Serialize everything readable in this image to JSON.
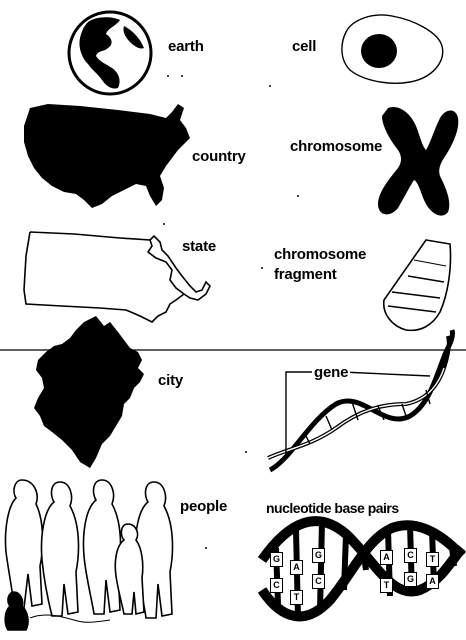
{
  "left_column": {
    "earth": "earth",
    "country": "country",
    "state": "state",
    "city": "city",
    "people": "people"
  },
  "right_column": {
    "cell": "cell",
    "chromosome": "chromosome",
    "fragment_line1": "chromosome",
    "fragment_line2": "fragment",
    "gene": "gene",
    "base_pairs": "nucleotide base pairs",
    "base_letters": [
      "G",
      "C",
      "A",
      "T",
      "G",
      "C",
      "A",
      "T",
      "C",
      "G",
      "T",
      "A"
    ]
  },
  "icons": {
    "earth": "globe-icon",
    "cell": "cell-icon",
    "country": "usa-map-icon",
    "chromosome": "chromosome-icon",
    "state": "state-map-icon",
    "fragment": "chromosome-fragment-icon",
    "city": "city-map-icon",
    "gene": "gene-helix-icon",
    "people": "people-silhouettes-icon",
    "base_pairs": "dna-base-pairs-icon"
  }
}
